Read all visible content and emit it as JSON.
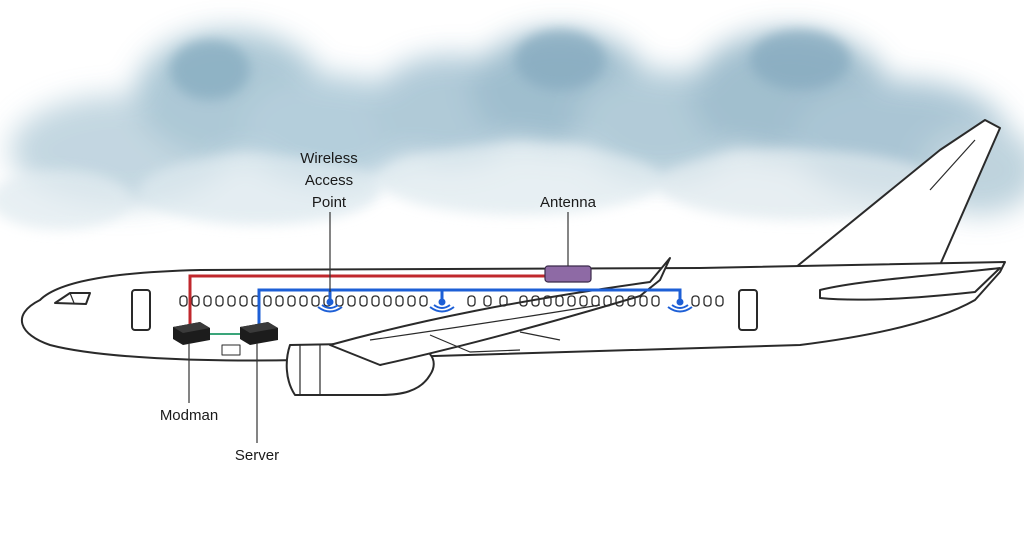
{
  "labels": {
    "wireless_access_point": [
      "Wireless",
      "Access",
      "Point"
    ],
    "antenna": "Antenna",
    "modman": "Modman",
    "server": "Server"
  },
  "colors": {
    "sky_cloud": "#8fb3c6",
    "fuselage_outline": "#2a2a2a",
    "red_cable": "#c0282d",
    "blue_cable": "#1d5fd6",
    "green_link": "#3aa57a",
    "antenna_fill": "#8e6aa5",
    "device_fill": "#1c1c1c"
  }
}
